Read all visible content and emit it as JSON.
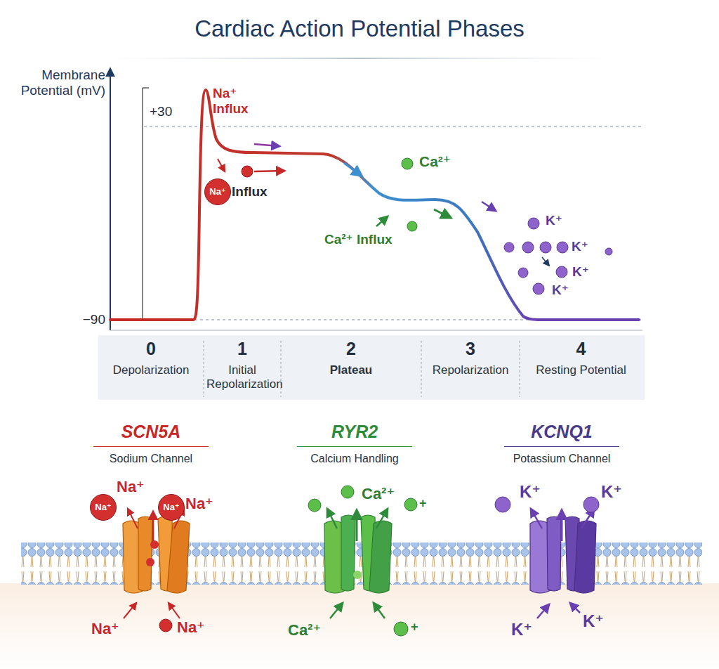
{
  "diagram": {
    "title": "Cardiac Action Potential Phases",
    "nodes": [
      {
        "text": [
          "0",
          "Depolarization"
        ]
      },
      {
        "text": [
          "1",
          "Initial Repolarization"
        ]
      },
      {
        "text": [
          "2",
          "Plateau"
        ]
      },
      {
        "text": [
          "3",
          "Repolarization"
        ]
      },
      {
        "text": [
          "4",
          "Resting Potential"
        ]
      },
      {
        "text": [
          "SCN5A",
          "Sodium Channel"
        ]
      },
      {
        "text": [
          "RYR2",
          "Calcium Handling"
        ]
      },
      {
        "text": [
          "KCNQ1",
          "Potassium Channel"
        ]
      }
    ],
    "labels": [
      "Membrane Potential (mV)",
      "+30",
      "−90",
      "Na⁺ Influx",
      "Na⁺",
      "Influx",
      "Ca²⁺",
      "Ca²⁺ Influx",
      "K⁺",
      "K⁺",
      "K⁺",
      "K⁺",
      "Na⁺",
      "Na⁺",
      "Na⁺",
      "Na⁺",
      "Na⁺",
      "Na⁺",
      "Ca²⁺",
      "+",
      "Ca²⁺",
      "+",
      "K⁺",
      "K⁺",
      "K⁺",
      "K⁺"
    ]
  }
}
